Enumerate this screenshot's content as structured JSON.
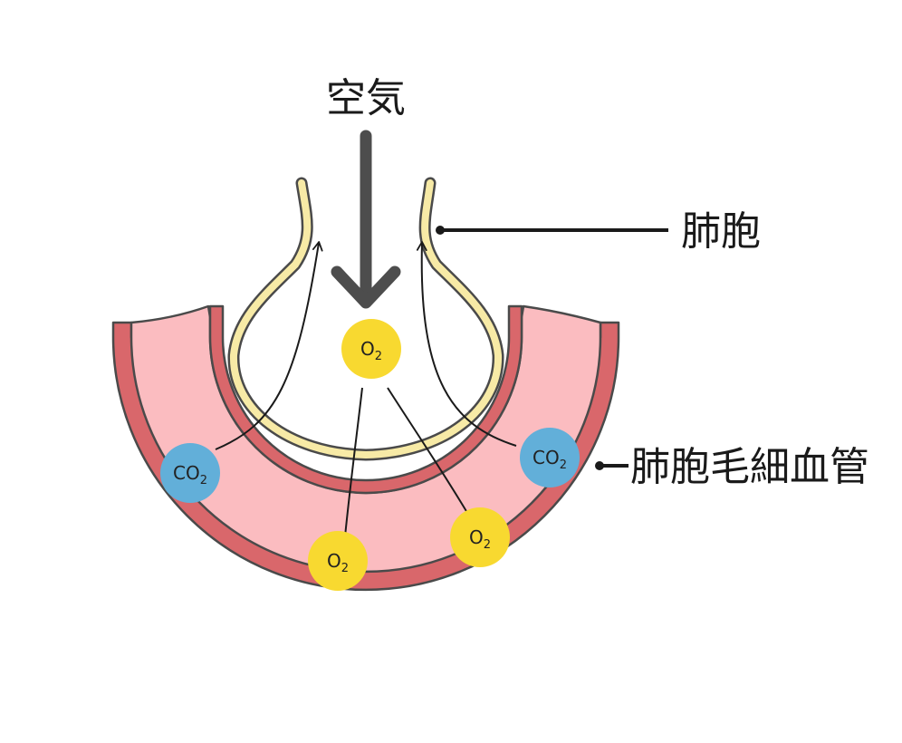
{
  "labels": {
    "air": "空気",
    "alveolus": "肺胞",
    "capillary": "肺胞毛細血管"
  },
  "molecules": {
    "o2_text": "O",
    "co2_text": "CO",
    "subscript": "2"
  },
  "colors": {
    "vessel_wall": "#d9676b",
    "vessel_inner": "#fbbcc0",
    "alveolus_wall": "#f7eaa6",
    "oxygen": "#f8d930",
    "carbon_dioxide": "#62afd9",
    "air_arrow": "#4d4d4d",
    "outline": "#4a4a4a"
  }
}
